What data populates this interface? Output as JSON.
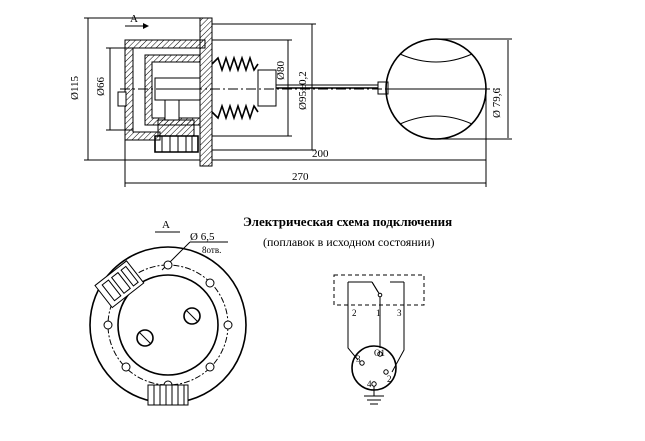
{
  "top_view": {
    "view_marker": "A",
    "dims": {
      "d115": "Ø115",
      "d66": "Ø66",
      "d80": "Ø80",
      "d95": "Ø95±0,2",
      "d79": "Ø 79,6",
      "len200": "200",
      "len270": "270"
    }
  },
  "front_view": {
    "view_marker": "A",
    "hole_dia": "Ø 6,5",
    "hole_count": "8отв."
  },
  "schematic": {
    "title": "Электрическая схема подключения",
    "subtitle": "(поплавок в исходном состоянии)",
    "terminals_top": [
      "2",
      "1",
      "3"
    ],
    "connector_pins": [
      "3",
      "О1",
      "2",
      "4"
    ]
  }
}
